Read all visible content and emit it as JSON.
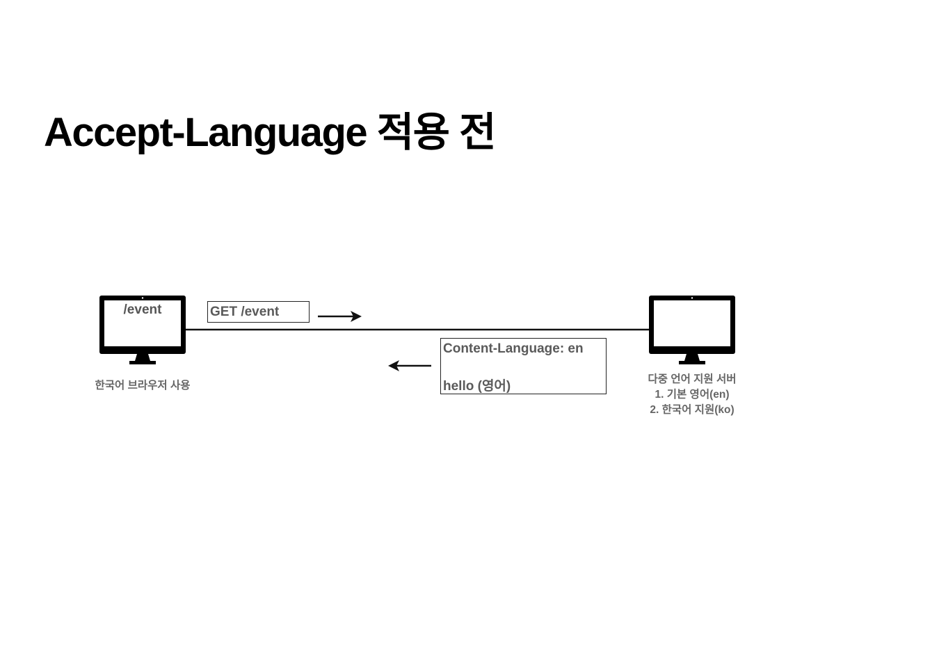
{
  "title": "Accept-Language 적용 전",
  "client": {
    "screen_text": "/event",
    "caption": "한국어 브라우저 사용"
  },
  "server": {
    "caption_lines": [
      "다중 언어 지원 서버",
      "1. 기본 영어(en)",
      "2. 한국어 지원(ko)"
    ]
  },
  "request": {
    "label": "GET /event"
  },
  "response": {
    "header_line": "Content-Language: en",
    "body_line": "hello (영어)"
  }
}
